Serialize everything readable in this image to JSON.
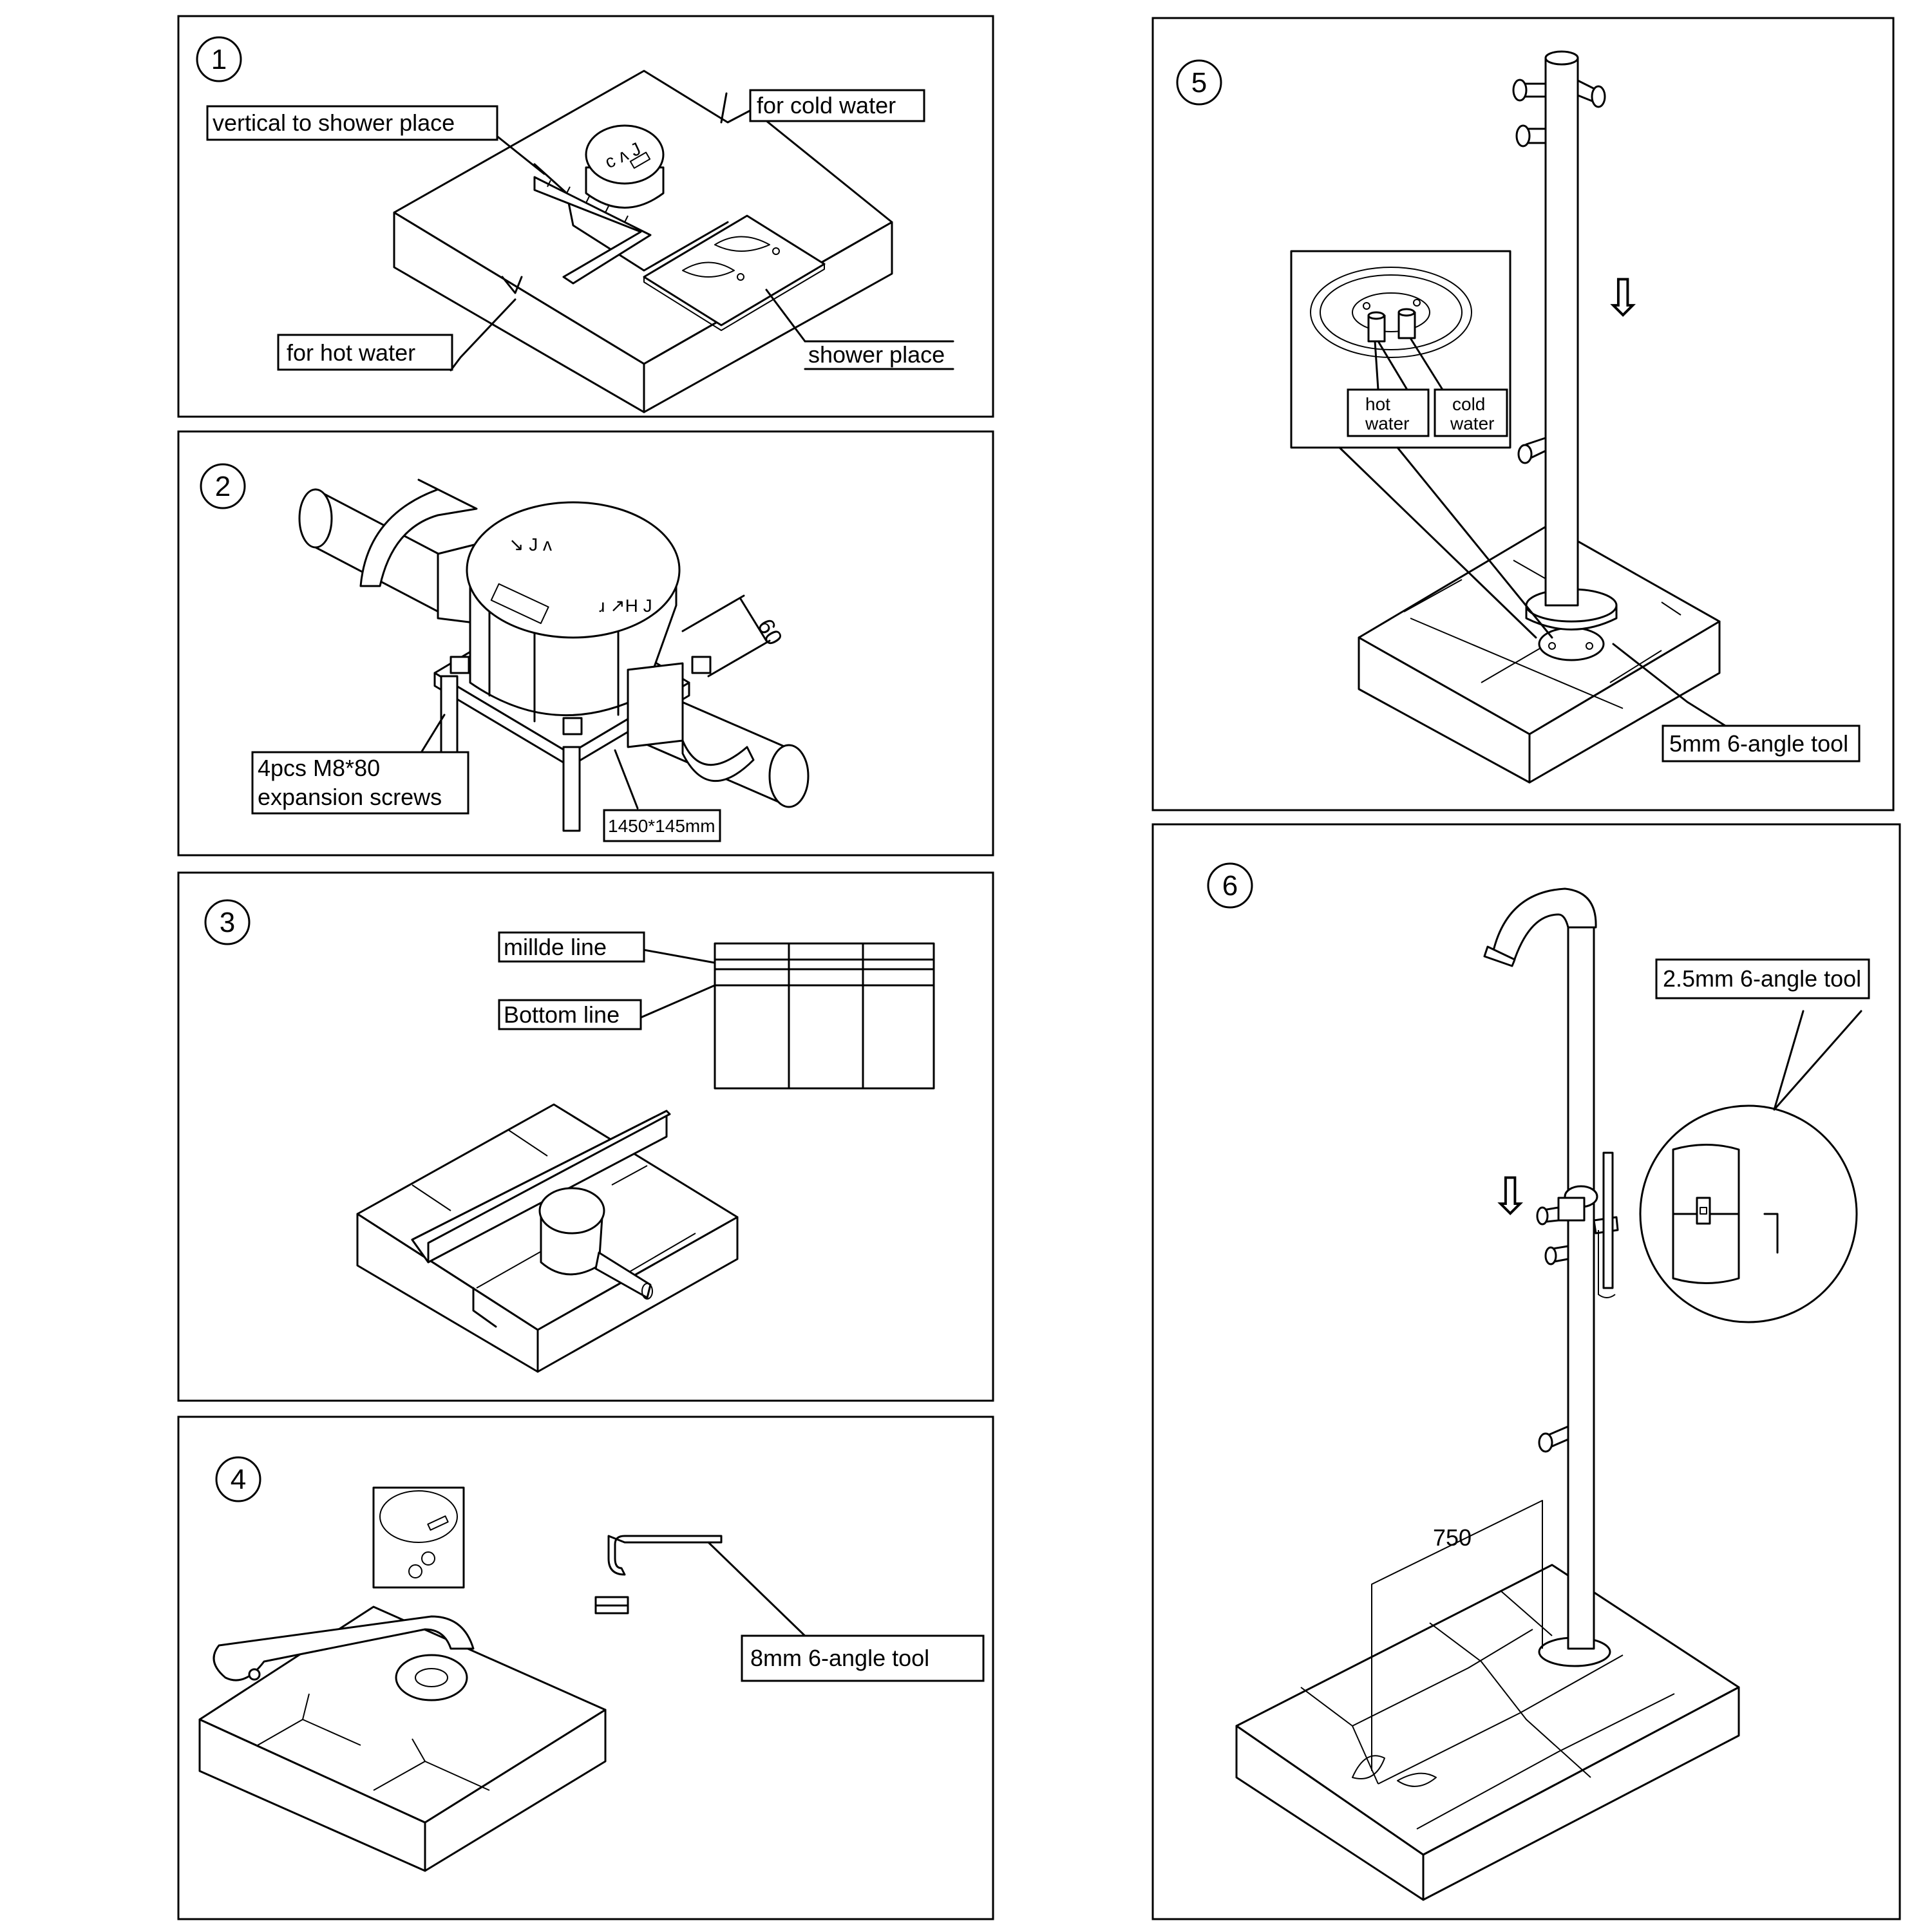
{
  "steps": [
    {
      "number": "1"
    },
    {
      "number": "2"
    },
    {
      "number": "3"
    },
    {
      "number": "4"
    },
    {
      "number": "5"
    },
    {
      "number": "6"
    }
  ],
  "step1": {
    "vertical_label": "vertical  to  shower  place",
    "cold_label": "for  cold  water",
    "hot_label": "for  hot  water",
    "shower_label": "shower  place"
  },
  "step2": {
    "screws_line1": "4pcs  M8*80",
    "screws_line2": "expansion  screws",
    "dimension_label": "1450*145mm",
    "depth_value": "60"
  },
  "step3": {
    "middle_label": "millde  line",
    "bottom_label": "Bottom  line"
  },
  "step4": {
    "tool_label": "8mm  6-angle  tool"
  },
  "step5": {
    "hot_line1": "hot",
    "hot_line2": "water",
    "cold_line1": "cold",
    "cold_line2": "water",
    "tool_label": "5mm  6-angle  tool",
    "arrow_glyph": "⇩"
  },
  "step6": {
    "tool_label": "2.5mm  6-angle  tool",
    "height_value": "750",
    "arrow_glyph": "⇩"
  }
}
